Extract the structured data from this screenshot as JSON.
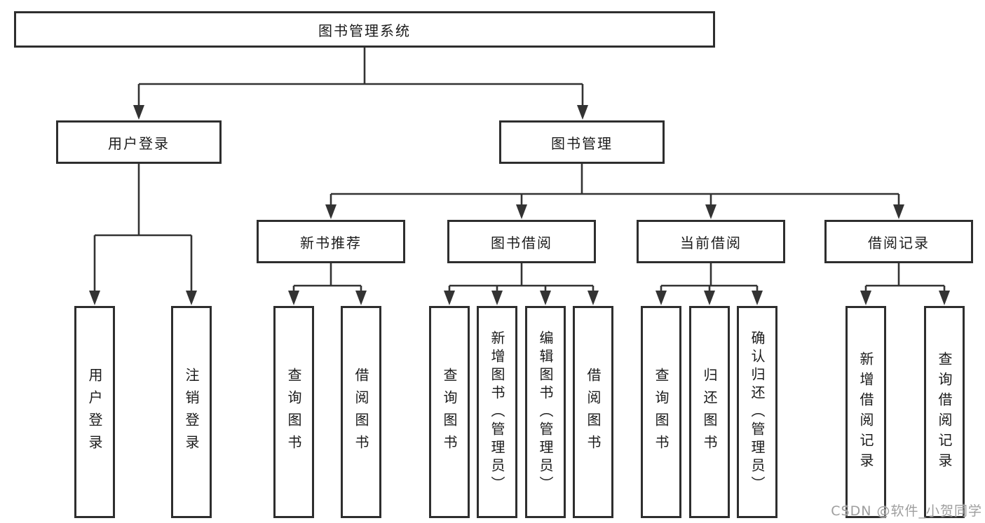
{
  "diagram": {
    "type": "hierarchy",
    "title": "图书管理系统",
    "nodes": {
      "root": {
        "label": "图书管理系统"
      },
      "user_login": {
        "label": "用户登录"
      },
      "book_mgmt": {
        "label": "图书管理"
      },
      "new_book_rec": {
        "label": "新书推荐"
      },
      "book_borrow": {
        "label": "图书借阅"
      },
      "current_borrow": {
        "label": "当前借阅"
      },
      "borrow_record": {
        "label": "借阅记录"
      },
      "leaf_user_login": {
        "label": "用户登录"
      },
      "leaf_logout": {
        "label": "注销登录"
      },
      "leaf_nbr_query_book": {
        "label": "查询图书"
      },
      "leaf_nbr_borrow_book": {
        "label": "借阅图书"
      },
      "leaf_bb_query_book": {
        "label": "查询图书"
      },
      "leaf_bb_add_book": {
        "label": "新增图书（管理员）"
      },
      "leaf_bb_edit_book": {
        "label": "编辑图书（管理员）"
      },
      "leaf_bb_borrow_book": {
        "label": "借阅图书"
      },
      "leaf_cb_query_book": {
        "label": "查询图书"
      },
      "leaf_cb_return_book": {
        "label": "归还图书"
      },
      "leaf_cb_confirm_return": {
        "label": "确认归还（管理员）"
      },
      "leaf_br_add_record": {
        "label": "新增借阅记录"
      },
      "leaf_br_query_record": {
        "label": "查询借阅记录"
      }
    },
    "edges": [
      {
        "from": "root",
        "to": "user_login"
      },
      {
        "from": "root",
        "to": "book_mgmt"
      },
      {
        "from": "user_login",
        "to": "leaf_user_login"
      },
      {
        "from": "user_login",
        "to": "leaf_logout"
      },
      {
        "from": "book_mgmt",
        "to": "new_book_rec"
      },
      {
        "from": "book_mgmt",
        "to": "book_borrow"
      },
      {
        "from": "book_mgmt",
        "to": "current_borrow"
      },
      {
        "from": "book_mgmt",
        "to": "borrow_record"
      },
      {
        "from": "new_book_rec",
        "to": "leaf_nbr_query_book"
      },
      {
        "from": "new_book_rec",
        "to": "leaf_nbr_borrow_book"
      },
      {
        "from": "book_borrow",
        "to": "leaf_bb_query_book"
      },
      {
        "from": "book_borrow",
        "to": "leaf_bb_add_book"
      },
      {
        "from": "book_borrow",
        "to": "leaf_bb_edit_book"
      },
      {
        "from": "book_borrow",
        "to": "leaf_bb_borrow_book"
      },
      {
        "from": "current_borrow",
        "to": "leaf_cb_query_book"
      },
      {
        "from": "current_borrow",
        "to": "leaf_cb_return_book"
      },
      {
        "from": "current_borrow",
        "to": "leaf_cb_confirm_return"
      },
      {
        "from": "borrow_record",
        "to": "leaf_br_add_record"
      },
      {
        "from": "borrow_record",
        "to": "leaf_br_query_record"
      }
    ],
    "colors": {
      "line": "#333333",
      "box_border": "#2e2e2e",
      "box_fill": "#ffffff",
      "text": "#1b1b1b",
      "background": "#ffffff"
    }
  },
  "watermark": {
    "text": "CSDN @软件_小贺同学",
    "color": "#9e9e9e"
  }
}
